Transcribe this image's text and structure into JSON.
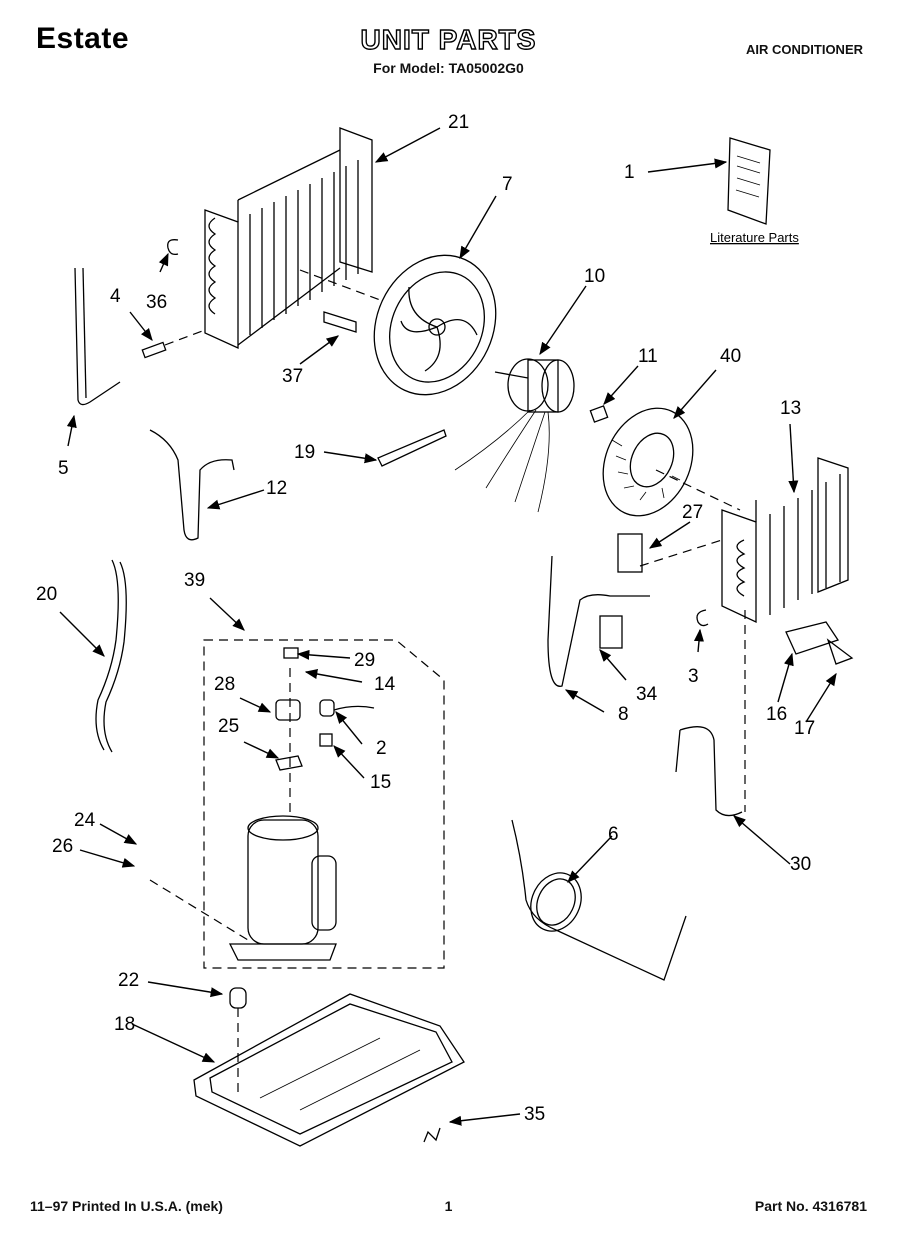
{
  "header": {
    "brand": "Estate",
    "title": "UNIT PARTS",
    "subtitle": "For Model: TA05002G0",
    "doc_type": "AIR CONDITIONER"
  },
  "literature_label": "Literature Parts",
  "callouts": [
    "1",
    "2",
    "3",
    "4",
    "5",
    "6",
    "7",
    "8",
    "10",
    "11",
    "12",
    "13",
    "14",
    "15",
    "16",
    "17",
    "18",
    "19",
    "20",
    "21",
    "22",
    "24",
    "25",
    "26",
    "27",
    "28",
    "29",
    "30",
    "34",
    "35",
    "36",
    "37",
    "39",
    "40"
  ],
  "footer": {
    "left": "11–97 Printed In U.S.A. (mek)",
    "page": "1",
    "right": "Part No. 4316781"
  }
}
